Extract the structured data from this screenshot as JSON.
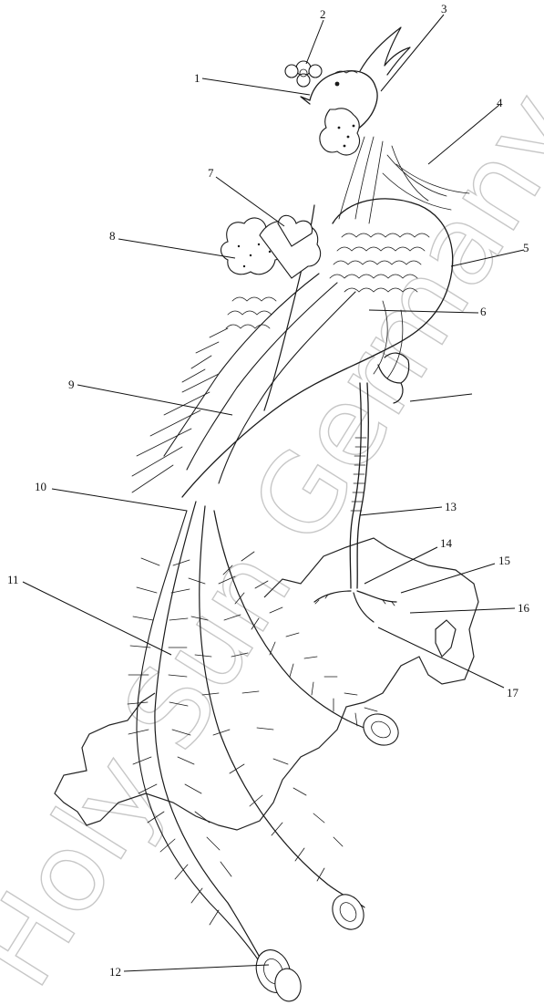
{
  "title": "",
  "watermark": "Holy Sun Germany",
  "labels": [
    {
      "id": "1",
      "text": "1"
    },
    {
      "id": "2",
      "text": "2"
    },
    {
      "id": "3",
      "text": "3"
    },
    {
      "id": "4",
      "text": "4"
    },
    {
      "id": "5",
      "text": "5"
    },
    {
      "id": "6",
      "text": "6"
    },
    {
      "id": "7",
      "text": "7"
    },
    {
      "id": "8",
      "text": "8"
    },
    {
      "id": "9",
      "text": "9"
    },
    {
      "id": "10",
      "text": "10"
    },
    {
      "id": "11",
      "text": "11"
    },
    {
      "id": "12",
      "text": "12"
    },
    {
      "id": "13",
      "text": "13"
    },
    {
      "id": "14",
      "text": "14"
    },
    {
      "id": "15",
      "text": "15"
    },
    {
      "id": "16",
      "text": "16"
    },
    {
      "id": "17",
      "text": "17"
    }
  ],
  "colors": {
    "ink": "#1a1a1a",
    "background": "#ffffff",
    "watermark": "#9a9a9a"
  }
}
